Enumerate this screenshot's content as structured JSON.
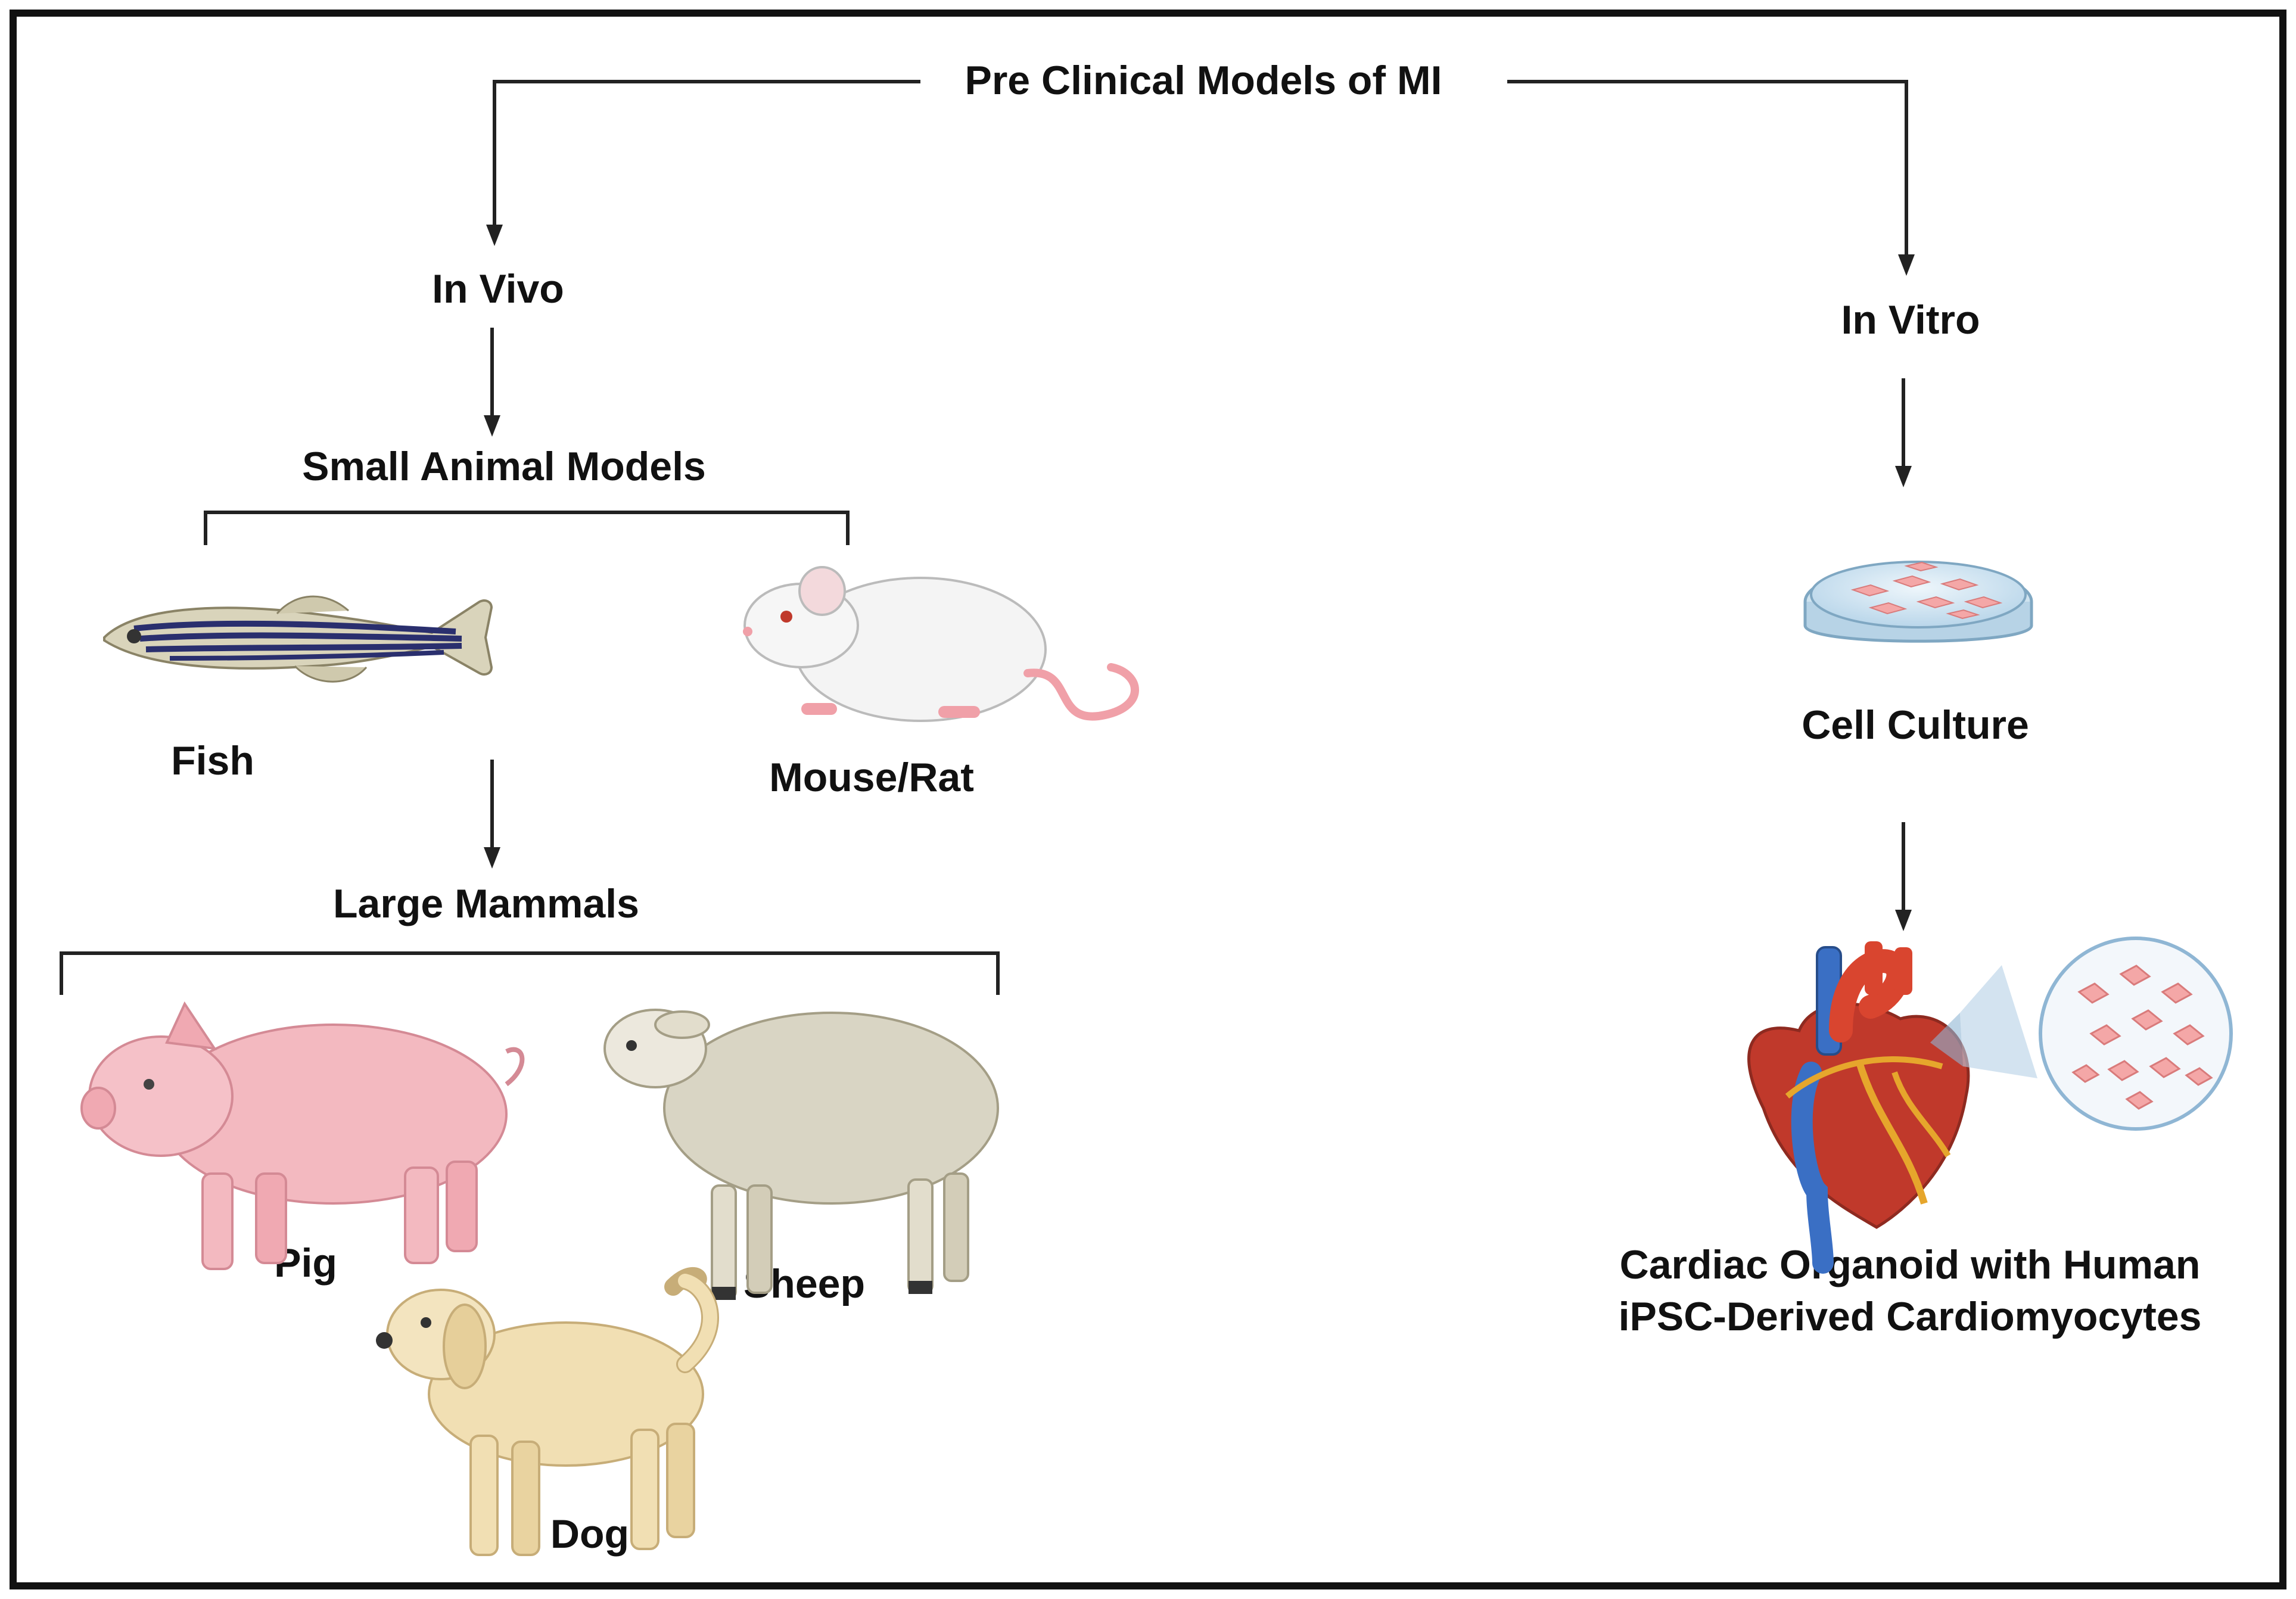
{
  "title": "Pre Clinical Models of MI",
  "in_vivo": {
    "label": "In Vivo",
    "small_animal_models": {
      "label": "Small Animal Models",
      "items": [
        "Fish",
        "Mouse/Rat"
      ]
    },
    "large_mammals": {
      "label": "Large Mammals",
      "items": [
        "Pig",
        "Sheep",
        "Dog"
      ]
    }
  },
  "in_vitro": {
    "label": "In Vitro",
    "cell_culture": "Cell Culture",
    "organoid_line1": "Cardiac Organoid with Human",
    "organoid_line2": "iPSC-Derived Cardiomyocytes"
  },
  "colors": {
    "frame": "#111111",
    "arrow": "#222222",
    "pig": "#f3b9c0",
    "sheep_wool": "#d9d5c4",
    "dog": "#f1dfb3",
    "mouse": "#f4f4f4",
    "fish_stripe": "#2a2f6e",
    "heart_red": "#c0392b",
    "heart_blue": "#3a6fc4",
    "cells": "#f4a7a7"
  }
}
